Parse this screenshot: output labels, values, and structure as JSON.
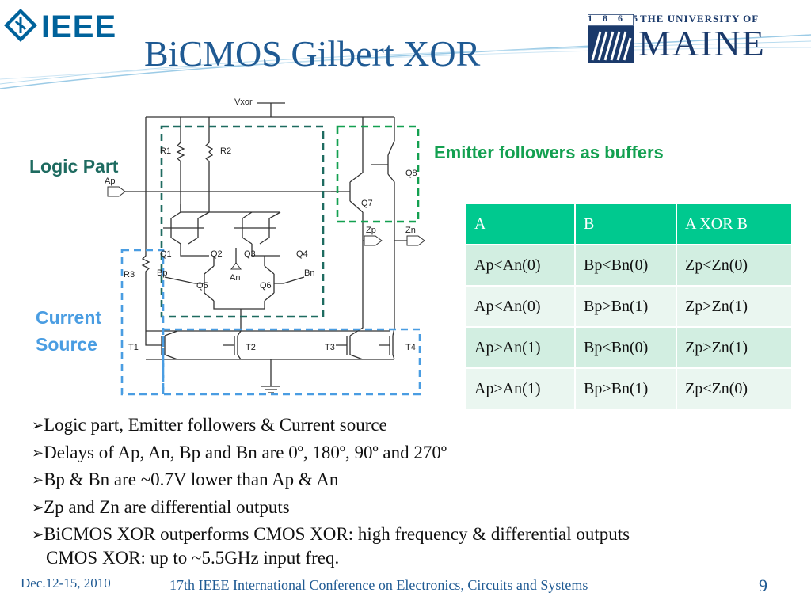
{
  "header": {
    "ieee_logo_text": "IEEE",
    "title": "BiCMOS Gilbert XOR",
    "university_logo_year": "1 8 6 5",
    "university_logo_top": "THE UNIVERSITY OF",
    "university_logo_name": "MAINE"
  },
  "labels": {
    "logic_part": "Logic Part",
    "emitter_followers": "Emitter followers as buffers",
    "current_source": "Current Source"
  },
  "circuit": {
    "vxor": "Vxor",
    "r1": "R1",
    "r2": "R2",
    "r3": "R3",
    "ap": "Ap",
    "an": "An",
    "bp": "Bp",
    "bn": "Bn",
    "q1": "Q1",
    "q2": "Q2",
    "q3": "Q3",
    "q4": "Q4",
    "q5": "Q5",
    "q6": "Q6",
    "q7": "Q7",
    "q8": "Q8",
    "zp": "Zp",
    "zn": "Zn",
    "t1": "T1",
    "t2": "T2",
    "t3": "T3",
    "t4": "T4"
  },
  "table": {
    "headers": [
      "A",
      "B",
      "A XOR B"
    ],
    "rows": [
      [
        "Ap<An(0)",
        "Bp<Bn(0)",
        "Zp<Zn(0)"
      ],
      [
        "Ap<An(0)",
        "Bp>Bn(1)",
        "Zp>Zn(1)"
      ],
      [
        "Ap>An(1)",
        "Bp<Bn(0)",
        "Zp>Zn(1)"
      ],
      [
        "Ap>An(1)",
        "Bp>Bn(1)",
        "Zp<Zn(0)"
      ]
    ]
  },
  "bullets": [
    "Logic part, Emitter followers & Current source",
    "Delays of Ap, An, Bp and Bn are 0º, 180º, 90º and 270º",
    "Bp & Bn are ~0.7V lower than Ap & An",
    "Zp and Zn are differential outputs",
    "BiCMOS XOR outperforms CMOS XOR: high frequency & differential outputs"
  ],
  "bullet_continuation": "CMOS XOR: up to ~5.5GHz input freq.",
  "footer": {
    "date": "Dec.12-15, 2010",
    "conference": "17th IEEE International Conference on Electronics, Circuits and Systems",
    "page": "9"
  },
  "colors": {
    "title": "#1f5a93",
    "logic_part_box": "#1e6b60",
    "emitter_box": "#13a050",
    "current_source_box": "#4a9de2",
    "table_header": "#00c98f"
  }
}
